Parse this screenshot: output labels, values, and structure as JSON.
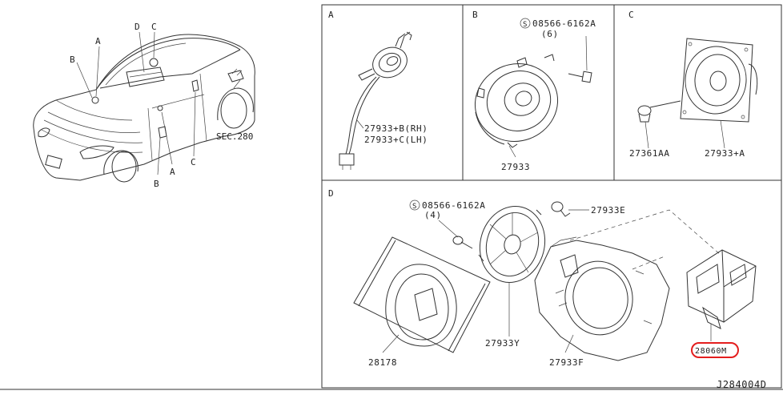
{
  "car_view": {
    "labels": {
      "A_top": "A",
      "B_top": "B",
      "C_top": "C",
      "D_top": "D",
      "A_bottom": "A",
      "B_bottom": "B",
      "C_bottom": "C",
      "sec_ref": "SEC.280"
    }
  },
  "panels": {
    "A": {
      "title": "A",
      "part_rh": "27933+B(RH)",
      "part_lh": "27933+C(LH)"
    },
    "B": {
      "title": "B",
      "bolt": "08566-6162A",
      "bolt_qty": "(6)",
      "speaker": "27933"
    },
    "C": {
      "title": "C",
      "screw": "27361AA",
      "speaker": "27933+A"
    },
    "D": {
      "title": "D",
      "bolt": "08566-6162A",
      "bolt_qty": "(4)",
      "clip": "27933E",
      "grille": "28178",
      "speaker": "27933Y",
      "bracket": "27933F",
      "amplifier": "28060M"
    }
  },
  "diagram_code": "J284004D",
  "highlight_color": "#e41e1e"
}
